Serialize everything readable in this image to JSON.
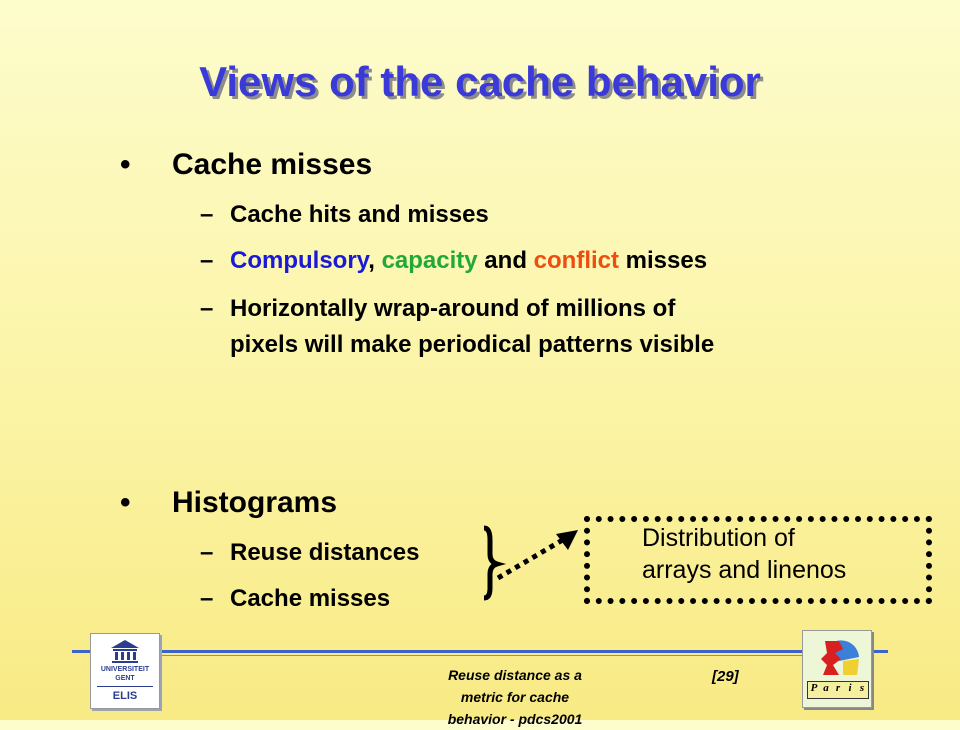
{
  "slide": {
    "title": "Views of the cache behavior"
  },
  "bullets": [
    {
      "bullet": "•",
      "text": "Cache misses",
      "subs": [
        {
          "dash": "–",
          "text": "Cache hits and misses"
        },
        {
          "dash": "–",
          "parts": [
            "Compulsory",
            ", ",
            "capacity",
            " and ",
            "conflict",
            " misses"
          ]
        },
        {
          "dash": "–",
          "line1": "Horizontally wrap-around of millions of",
          "line2": "pixels will make periodical patterns visible"
        }
      ]
    },
    {
      "bullet": "•",
      "text": "Histograms",
      "subs": [
        {
          "dash": "–",
          "text": "Reuse distances"
        },
        {
          "dash": "–",
          "text": "Cache misses"
        }
      ]
    }
  ],
  "callout": {
    "line1": "Distribution of",
    "line2": "arrays and linenos"
  },
  "footer": {
    "line1": "Reuse distance as a",
    "line2": "metric for cache",
    "line3": "behavior - pdcs2001",
    "page": "[29]"
  },
  "logos": {
    "left": {
      "line1": "UNIVERSITEIT",
      "line2": "GENT",
      "line3": "ELIS"
    },
    "right": {
      "letters": [
        "P",
        "a",
        "r",
        "i",
        "s"
      ]
    }
  },
  "colors": {
    "title": "#3a3ad8",
    "compulsory": "#1a1ad6",
    "capacity": "#22a838",
    "conflict": "#ee4d12",
    "footer_line": "#3b63c8"
  }
}
